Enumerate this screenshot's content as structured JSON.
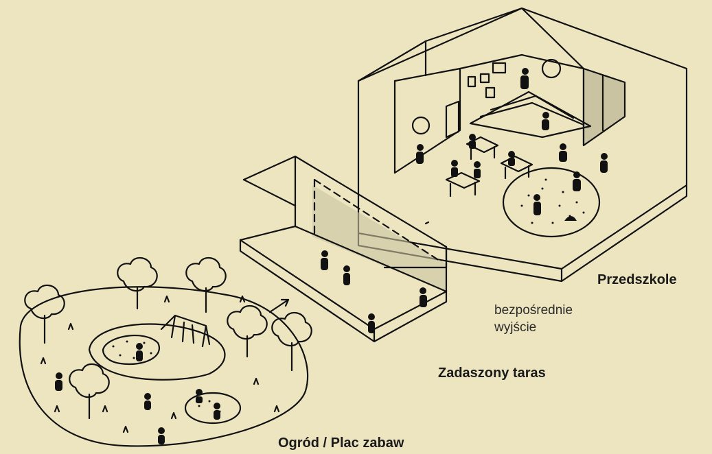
{
  "labels": {
    "preschool": "Przedszkole",
    "terrace": "Zadaszony taras",
    "garden": "Ogród / Plac zabaw",
    "exit_line1": "bezpośrednie",
    "exit_line2": "wyjście"
  },
  "colors": {
    "background": "#ede5c0",
    "ink": "#111111",
    "shade": "#c9c3a2"
  }
}
